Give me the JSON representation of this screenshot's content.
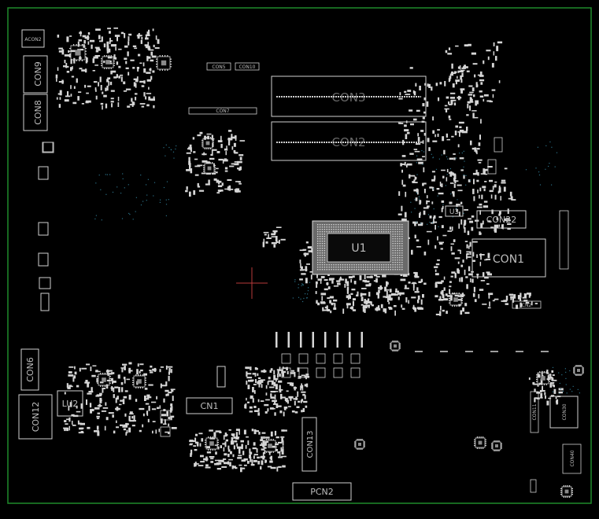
{
  "colors": {
    "background": "#000000",
    "board_outline": "#1f8a2a",
    "silkscreen": "#d0d0d0",
    "label": "#bdbdbd",
    "crosshair": "#b83a3a",
    "via": "#2a6f86"
  },
  "labels": {
    "acon2": "ACON2",
    "con9": "CON9",
    "con8": "CON8",
    "con6": "CON6",
    "con12": "CON12",
    "lu2": "LU2",
    "cn1": "CN1",
    "con3": "CON3",
    "con2": "CON2",
    "con22": "CON22",
    "con1": "CON1",
    "u1": "U1",
    "u3": "U3",
    "pcn2": "PCN2",
    "cn2": "CN2",
    "con13": "CON13",
    "con5": "CON5",
    "con10": "CON10",
    "con7": "CON7",
    "con11": "CON11",
    "con30": "CON30",
    "con40": "CON40"
  }
}
